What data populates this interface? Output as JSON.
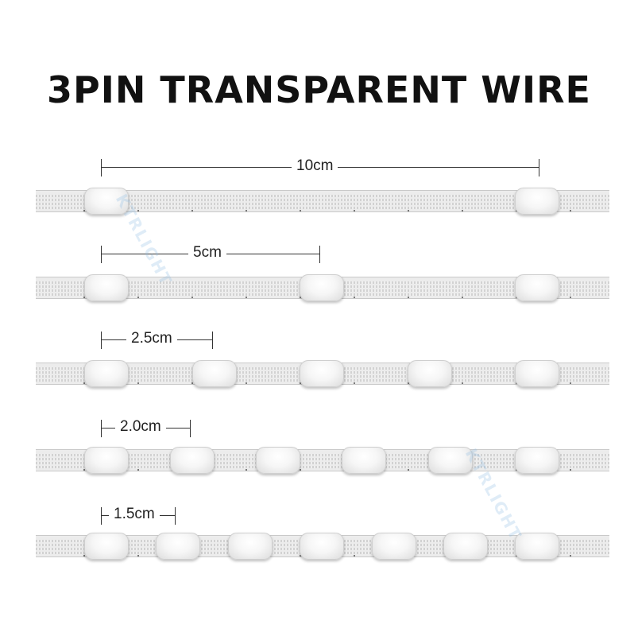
{
  "title": "3PIN TRANSPARENT WIRE",
  "watermark": "KTRLIGHT",
  "rows": [
    {
      "label": "10cm",
      "leds": 2
    },
    {
      "label": "5cm",
      "leds": 3
    },
    {
      "label": "2.5cm",
      "leds": 5
    },
    {
      "label": "2.0cm",
      "leds": 6
    },
    {
      "label": "1.5cm",
      "leds": 7
    }
  ]
}
